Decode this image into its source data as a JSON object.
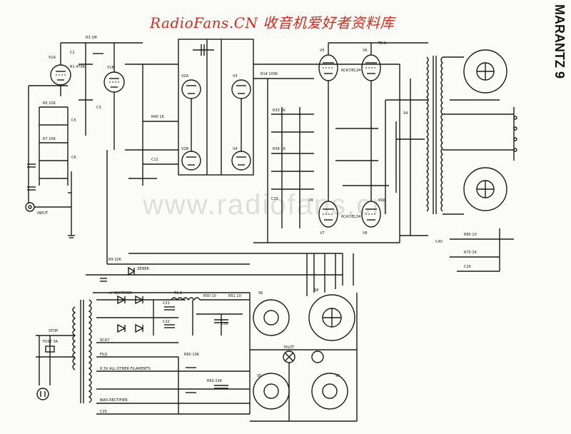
{
  "header": {
    "title": "RadioFans.CN 收音机爱好者资料库"
  },
  "side_title": "MARANTZ 9",
  "watermark": "www.radiofans.cn",
  "colors": {
    "header_red": "#d62a1e",
    "ink": "#1a1a1a",
    "paper": "#fbfbf8"
  },
  "labels": {
    "l1": "V1A",
    "l2": "R1 470K",
    "l3": "C1",
    "l4": "V1B",
    "l5": "R3 1M",
    "l6": "C3",
    "l7": "V2A",
    "l8": "V2B",
    "l9": "V3",
    "l10": "V4",
    "l11": "R40 1K",
    "l12": "C11",
    "l13": "R14 100K",
    "l14": "V5",
    "l15": "V6",
    "l16": "R33 3K",
    "l17": "R34 1K",
    "l18": "V7",
    "l19": "V8",
    "l20": "6CA7/EL34",
    "l21": "TC-1",
    "l22": "S4",
    "l23": "C15",
    "l24": "R70 1K",
    "l25": "C20",
    "l26": "V9",
    "l27": "V10",
    "l28": "6CA7/EL34",
    "l29": "C30",
    "l30": "R9 10K",
    "l31": "ZENER",
    "l32": "+V RECTIFIER",
    "l33": "C21",
    "l34": "C22",
    "l35": "T1-2",
    "l36": "R50 10",
    "l37": "R51 10",
    "l38": "6CA7",
    "l39": "FILS",
    "l40": "6.3V ALL OTHER FILAMENTS",
    "l41": "BIAS RECTIFIER",
    "l42": "C25",
    "l43": "R60 10K",
    "l44": "R62 22K",
    "l45": "S6",
    "l46": "PILOT",
    "l47": "S8",
    "l48": "FUSE 3A",
    "l49": "STOP",
    "l50": "INPUT",
    "l51": "R5 22K",
    "l52": "C5",
    "l53": "R7 10K",
    "l54": "C6",
    "l55": "S5",
    "l56": "S7",
    "l57": "R80 10",
    "l58": "C40"
  }
}
